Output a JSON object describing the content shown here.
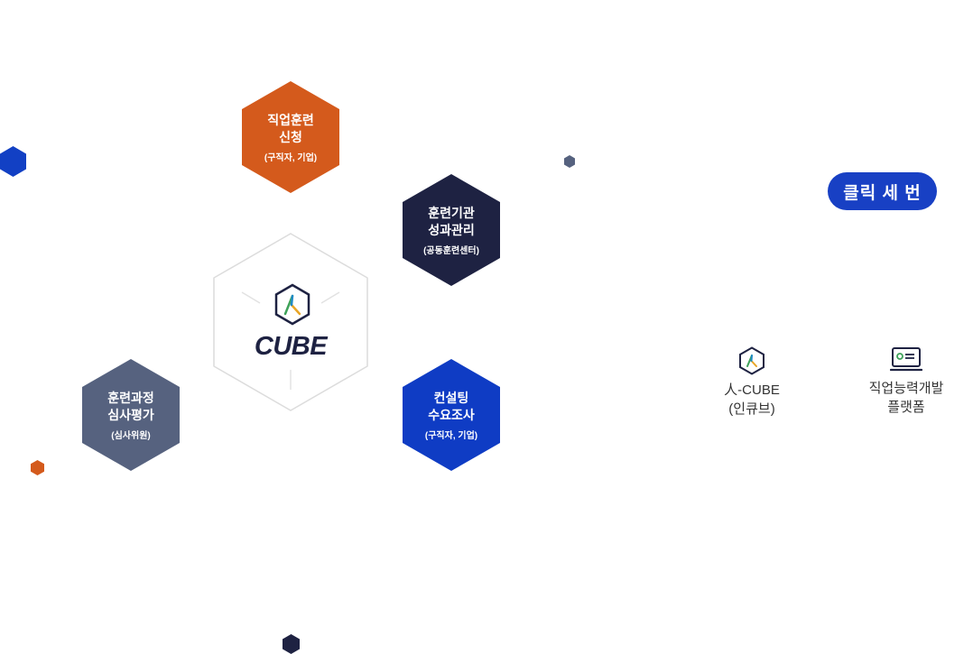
{
  "hexagons": {
    "apply": {
      "line1": "직업훈련",
      "line2": "신청",
      "sub": "(구직자, 기업)",
      "color": "#d45a1c"
    },
    "performance": {
      "line1": "훈련기관",
      "line2": "성과관리",
      "sub": "(공동훈련센터)",
      "color": "#1e2242"
    },
    "review": {
      "line1": "훈련과정",
      "line2": "심사평가",
      "sub": "(심사위원)",
      "color": "#56627f"
    },
    "consulting": {
      "line1": "컨설팅",
      "line2": "수요조사",
      "sub": "(구직자, 기업)",
      "color": "#0f3cc4"
    }
  },
  "center": {
    "logo_icon": "person-hexagon-icon",
    "title": "CUBE"
  },
  "click_button": {
    "label": "클릭 세 번",
    "color": "#1840c4"
  },
  "nav": {
    "incube": {
      "icon": "person-hexagon-icon",
      "line1": "人-CUBE",
      "line2": "(인큐브)"
    },
    "platform": {
      "icon": "monitor-icon",
      "line1": "직업능력개발",
      "line2": "플랫폼"
    }
  },
  "decor_colors": {
    "blue": "#1240c4",
    "slate": "#56627f",
    "orange": "#d45a1c",
    "navy": "#1e2242"
  }
}
